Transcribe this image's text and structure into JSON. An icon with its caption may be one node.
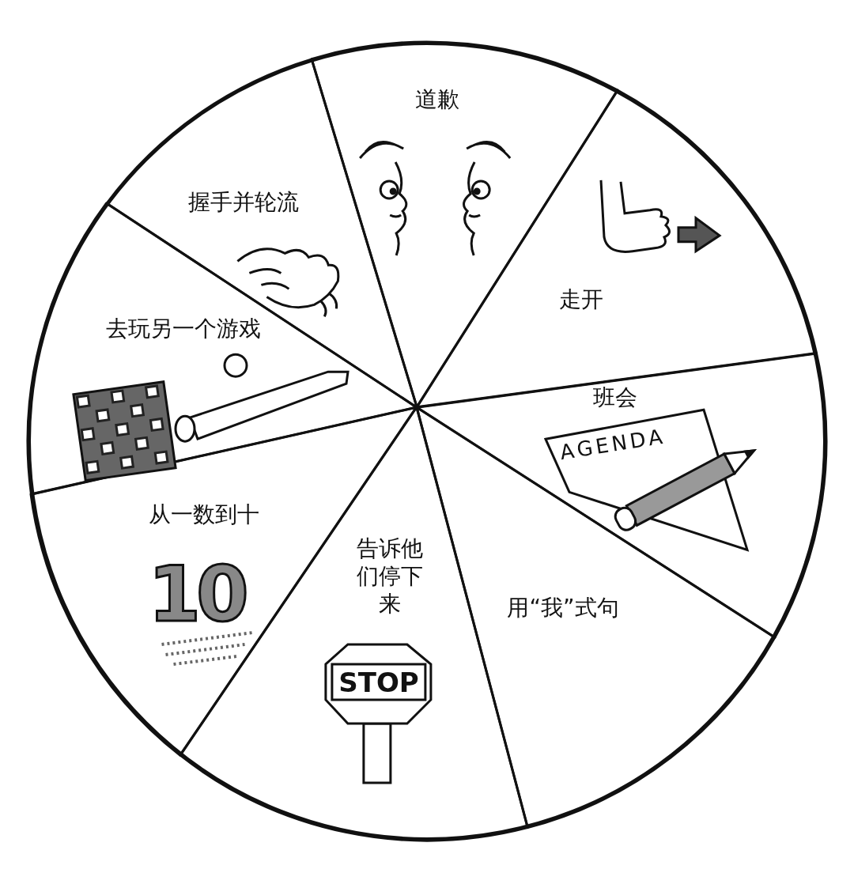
{
  "diagram": {
    "nodes": [
      {
        "text": [],
        "shape": "circle"
      },
      {
        "text": [
          "道歉"
        ],
        "in": 0
      },
      {
        "text": [
          "走开"
        ],
        "in": 0
      },
      {
        "text": [
          "班会"
        ],
        "in": 0
      },
      {
        "text": [
          "用“我”式句"
        ],
        "in": 0
      },
      {
        "text": [
          "告诉他们停下来"
        ],
        "in": 0
      },
      {
        "text": [
          "从一数到十"
        ],
        "in": 0
      },
      {
        "text": [
          "去玩另一个游戏"
        ],
        "in": 0
      },
      {
        "text": [
          "握手并轮流"
        ],
        "in": 0
      }
    ],
    "labels": [
      "AGENDA",
      "10",
      "STOP"
    ]
  }
}
